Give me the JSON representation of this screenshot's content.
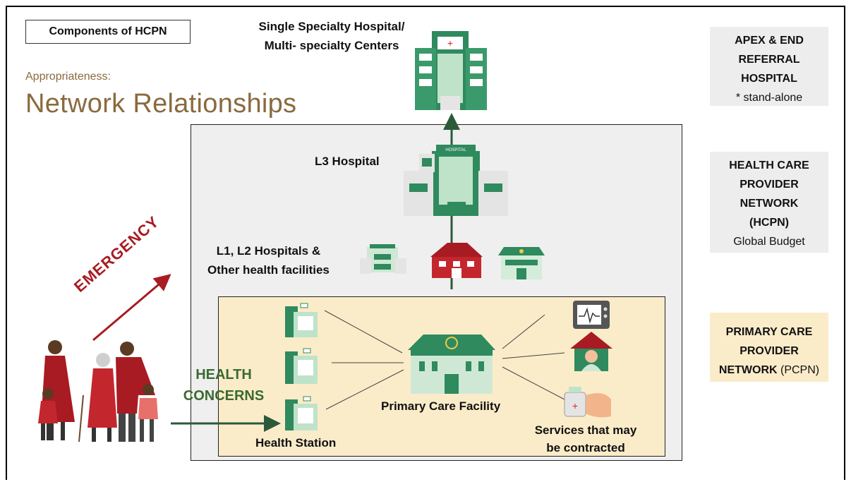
{
  "header": {
    "components_label": "Components of HCPN",
    "appropriateness": "Appropriateness:",
    "title": "Network Relationships"
  },
  "levels": {
    "single_specialty_line1": "Single Specialty Hospital/",
    "single_specialty_line2": "Multi-  specialty Centers",
    "l3": "L3 Hospital",
    "l12_line1": "L1, L2 Hospitals &",
    "l12_line2": "Other health  facilities",
    "health_station": "Health Station",
    "primary_care_facility": "Primary Care  Facility",
    "services_line1": "Services that may",
    "services_line2": "be contracted"
  },
  "patient": {
    "health_concerns_line1": "HEALTH",
    "health_concerns_line2": "CONCERNS",
    "emergency": "EMERGENCY"
  },
  "side_labels": {
    "apex_lines": [
      "APEX & END",
      "REFERRAL",
      "HOSPITAL"
    ],
    "apex_note": "* stand-alone",
    "hcpn_lines": [
      "HEALTH CARE",
      "PROVIDER",
      "NETWORK",
      "(HCPN)"
    ],
    "hcpn_note": "Global Budget",
    "pcpn_line1": "PRIMARY CARE",
    "pcpn_line2": "PROVIDER",
    "pcpn_line3_bold": "NETWORK",
    "pcpn_line3_rest": " (PCPN)"
  },
  "icons": {
    "hospital_sign": "HOSPITAL"
  },
  "colors": {
    "building_green": "#2f8a5e",
    "building_light": "#bfe3c9",
    "emergency_red": "#a81b22",
    "concerns_green": "#3a6b2e",
    "title_brown": "#8a6a3e",
    "pcpn_fill": "#fbecc9",
    "hcpn_fill": "#efefef"
  }
}
